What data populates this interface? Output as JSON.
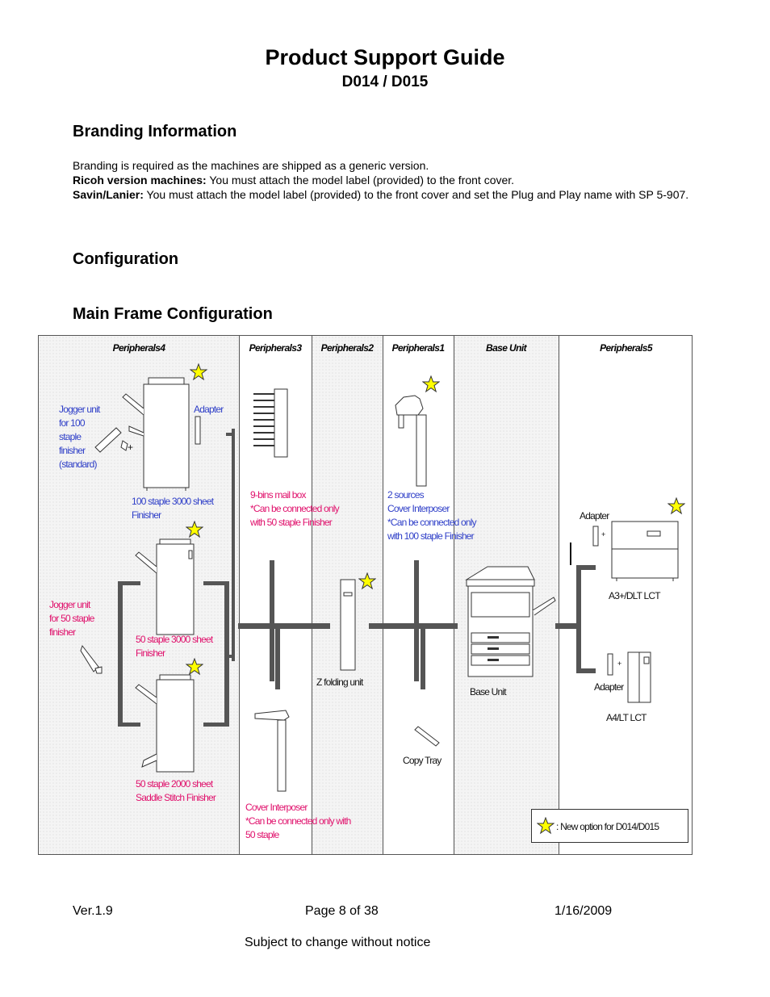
{
  "header": {
    "title": "Product Support Guide",
    "model": "D014 / D015"
  },
  "branding": {
    "heading": "Branding Information",
    "intro": "Branding is required as the machines are shipped as a generic version.",
    "ricoh_label": "Ricoh version machines:",
    "ricoh_text": " You must attach the model label (provided) to the front cover.",
    "savin_label": "Savin/Lanier:",
    "savin_text": " You must attach the model label (provided) to the front cover and set the Plug and Play name with SP 5-907."
  },
  "configuration": {
    "heading": "Configuration"
  },
  "main_frame": {
    "heading": "Main Frame Configuration",
    "columns": [
      "Peripherals4",
      "Peripherals3",
      "Peripherals2",
      "Peripherals1",
      "Base Unit",
      "Peripherals5"
    ],
    "labels": {
      "jogger100": [
        "Jogger unit",
        "for 100",
        "staple",
        "finisher",
        "(standard)"
      ],
      "adapter_p4": "Adapter",
      "finisher100": [
        "100 staple 3000 sheet",
        "Finisher"
      ],
      "jogger50": [
        "Jogger unit",
        "for 50 staple",
        "finisher"
      ],
      "finisher50": [
        "50 staple 3000 sheet",
        "Finisher"
      ],
      "saddle": [
        "50 staple 2000 sheet",
        "Saddle Stitch Finisher"
      ],
      "mailbox": [
        "9-bins mail box",
        "*Can be connected only",
        "with 50 staple Finisher"
      ],
      "cover_p3": [
        "Cover Interposer",
        "*Can be connected only with",
        "50 staple"
      ],
      "zfold": "Z folding unit",
      "cover_p1": [
        "2 sources",
        "Cover Interposer",
        "*Can be connected only",
        "with 100 staple Finisher"
      ],
      "copytray": "Copy Tray",
      "baseunit": "Base Unit",
      "adapter_a3": "Adapter",
      "a3lct": "A3+/DLT LCT",
      "adapter_a4": "Adapter",
      "a4lct": "A4/LT LCT",
      "plus": "+"
    },
    "legend": ": New option for D014/D015"
  },
  "footer": {
    "version": "Ver.1.9",
    "page": "Page 8 of 38",
    "date": "1/16/2009",
    "notice": "Subject to change without notice"
  },
  "colors": {
    "blue_label": "#3040c8",
    "pink_label": "#e0116c",
    "star": "#ffff00",
    "connector": "#555555"
  }
}
